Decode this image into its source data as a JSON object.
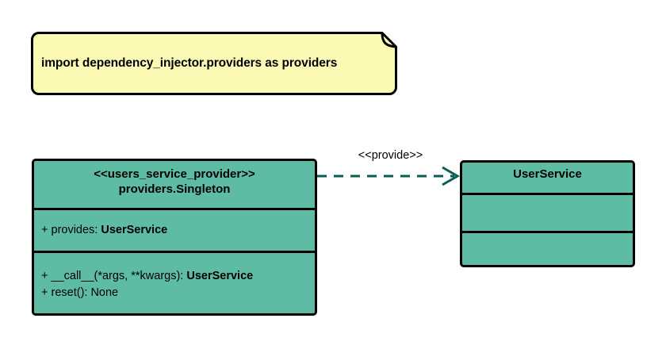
{
  "diagram": {
    "type": "uml-class-diagram",
    "background_color": "#ffffff",
    "class_fill_color": "#5FBCA4",
    "note_fill_color": "#FAFAB4",
    "border_color": "#000000",
    "connector_color": "#0B5D52"
  },
  "note": {
    "text": "import dependency_injector.providers as providers",
    "fill": "#FAFAB4"
  },
  "provider_class": {
    "stereotype": "<<users_service_provider>>",
    "name": "providers.Singleton",
    "attributes": [
      {
        "visibility": "+",
        "name": "provides:",
        "type": "UserService"
      }
    ],
    "operations": [
      {
        "visibility": "+",
        "signature": "__call__(*args, **kwargs):",
        "type": "UserService",
        "type_bold": true
      },
      {
        "visibility": "+",
        "signature": "reset():",
        "type": "None",
        "type_bold": false
      }
    ]
  },
  "service_class": {
    "name": "UserService",
    "attributes": [],
    "operations": []
  },
  "connector": {
    "label": "<<provide>>",
    "style": "dashed",
    "arrow": "open",
    "direction": "left-to-right",
    "color": "#0B5D52"
  }
}
